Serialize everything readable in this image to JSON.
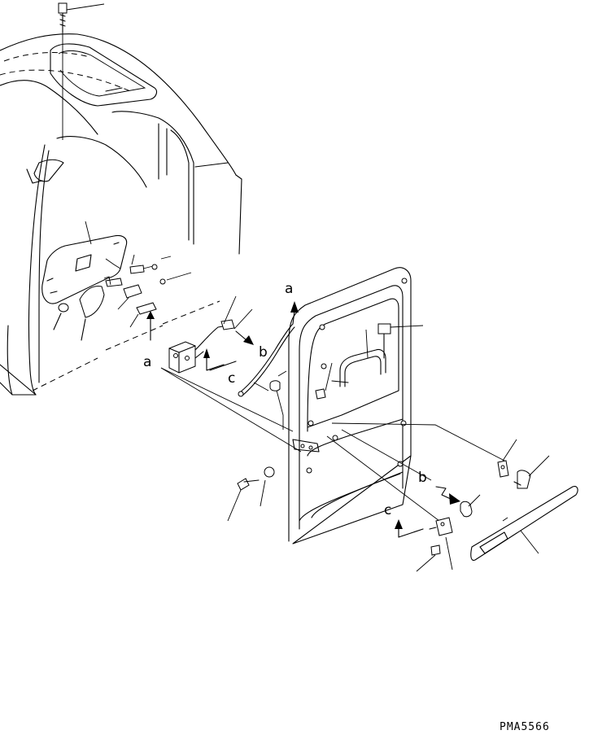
{
  "diagram": {
    "labels": {
      "a_upper": "a",
      "a_lower": "a",
      "b_upper": "b",
      "b_lower": "b",
      "c_upper": "c",
      "c_lower": "c"
    },
    "drawing_code": "PMA5566"
  }
}
